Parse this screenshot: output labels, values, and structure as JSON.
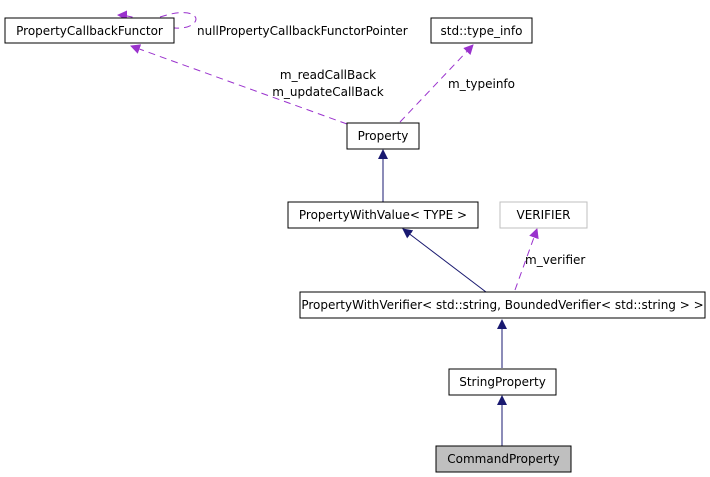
{
  "nodes": {
    "property_callback_functor": {
      "label": "PropertyCallbackFunctor"
    },
    "type_info": {
      "label": "std::type_info"
    },
    "property": {
      "label": "Property"
    },
    "property_with_value": {
      "label": "PropertyWithValue< TYPE >"
    },
    "verifier": {
      "label": "VERIFIER"
    },
    "property_with_verifier": {
      "label": "PropertyWithVerifier< std::string, BoundedVerifier< std::string > >"
    },
    "string_property": {
      "label": "StringProperty"
    },
    "command_property": {
      "label": "CommandProperty"
    }
  },
  "edge_labels": {
    "null_pointer": "nullPropertyCallbackFunctorPointer",
    "read_callback": "m_readCallBack",
    "update_callback": "m_updateCallBack",
    "typeinfo": "m_typeinfo",
    "verifier": "m_verifier"
  },
  "colors": {
    "inheritance_edge": "#191970",
    "usage_edge": "#9a32cd",
    "highlight_fill": "#bfbfbf",
    "muted_border": "#bfbfbf"
  }
}
